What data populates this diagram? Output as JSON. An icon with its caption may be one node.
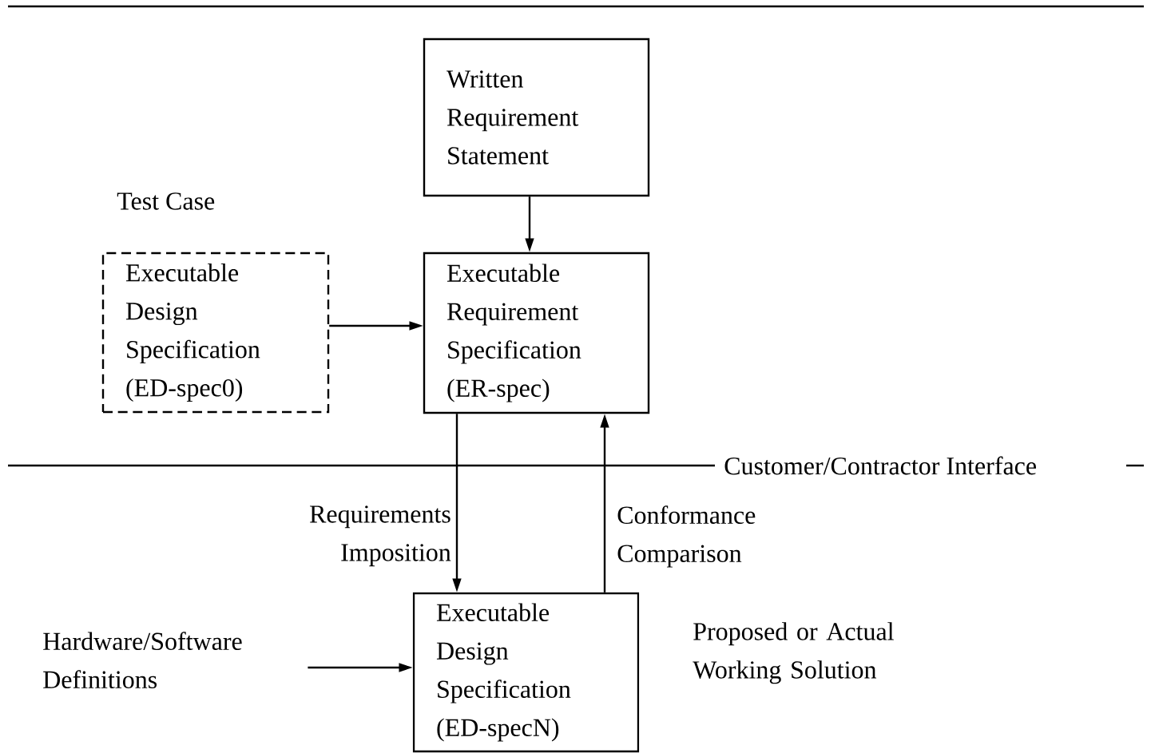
{
  "diagram": {
    "nodes": [
      {
        "text": [
          "Written Requirement Statement"
        ]
      },
      {
        "text": [
          "Test Case",
          "Executable Design Specification (ED-spec0)"
        ]
      },
      {
        "text": [
          "Executable Requirement Specification (ER-spec)"
        ]
      },
      {
        "text": [
          "Hardware/Software Definitions"
        ]
      },
      {
        "text": [
          "Executable Design Specification (ED-specN)"
        ]
      }
    ],
    "edges": [
      {
        "from": 0,
        "to": 2,
        "arrow": "to"
      },
      {
        "from": 1,
        "to": 2,
        "arrow": "to"
      },
      {
        "from": 2,
        "to": 4,
        "arrow": "to",
        "label": "Requirements Imposition"
      },
      {
        "from": 4,
        "to": 2,
        "arrow": "to",
        "label": "Conformance Comparison"
      },
      {
        "from": 3,
        "to": 4,
        "arrow": "to"
      }
    ],
    "labels": [
      "Customer/Contractor Interface",
      "Proposed or Actual Working Solution"
    ]
  }
}
